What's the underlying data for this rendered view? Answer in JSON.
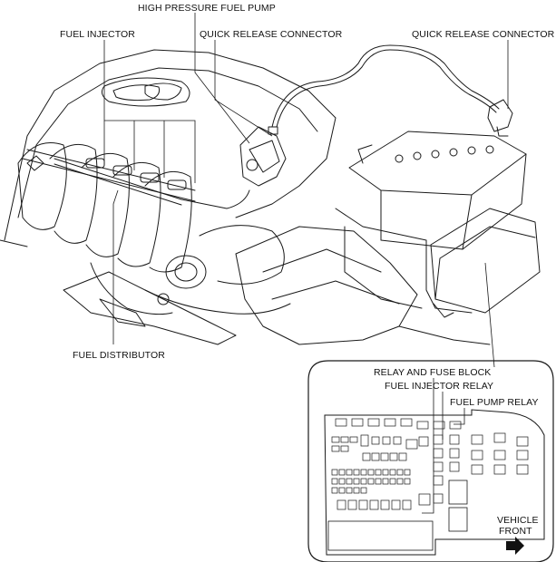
{
  "labels": {
    "high_pressure_fuel_pump": "HIGH PRESSURE FUEL PUMP",
    "fuel_injector": "FUEL INJECTOR",
    "quick_release_connector_left": "QUICK RELEASE CONNECTOR",
    "quick_release_connector_right": "QUICK RELEASE CONNECTOR",
    "fuel_distributor": "FUEL DISTRIBUTOR",
    "relay_and_fuse_block": "RELAY AND FUSE BLOCK",
    "fuel_injector_relay": "FUEL INJECTOR RELAY",
    "fuel_pump_relay": "FUEL PUMP RELAY",
    "vehicle_front_line1": "VEHICLE",
    "vehicle_front_line2": "FRONT"
  },
  "colors": {
    "line": "#1a1a1a",
    "background": "#ffffff"
  },
  "icons": {
    "direction": "arrow-right-icon"
  }
}
